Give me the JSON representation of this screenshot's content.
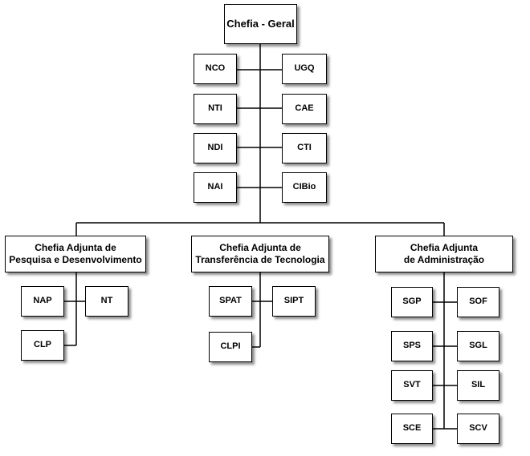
{
  "chart": {
    "head": "Chefia - Geral",
    "staff_left": [
      "NCO",
      "NTI",
      "NDI",
      "NAI"
    ],
    "staff_right": [
      "UGQ",
      "CAE",
      "CTI",
      "CIBio"
    ],
    "divisions": [
      {
        "line1": "Chefia Adjunta de",
        "line2": "Pesquisa e Desenvolvimento",
        "units": [
          "NAP",
          "NT",
          "CLP"
        ]
      },
      {
        "line1": "Chefia Adjunta de",
        "line2": "Transferência de Tecnologia",
        "units": [
          "SPAT",
          "SIPT",
          "CLPI"
        ]
      },
      {
        "line1": "Chefia Adjunta",
        "line2": "de Administração",
        "units": [
          "SGP",
          "SOF",
          "SPS",
          "SGL",
          "SVT",
          "SIL",
          "SCE",
          "SCV"
        ]
      }
    ]
  },
  "colors": {
    "line": "#000000",
    "box_border": "#000000",
    "box_fill": "#ffffff"
  }
}
